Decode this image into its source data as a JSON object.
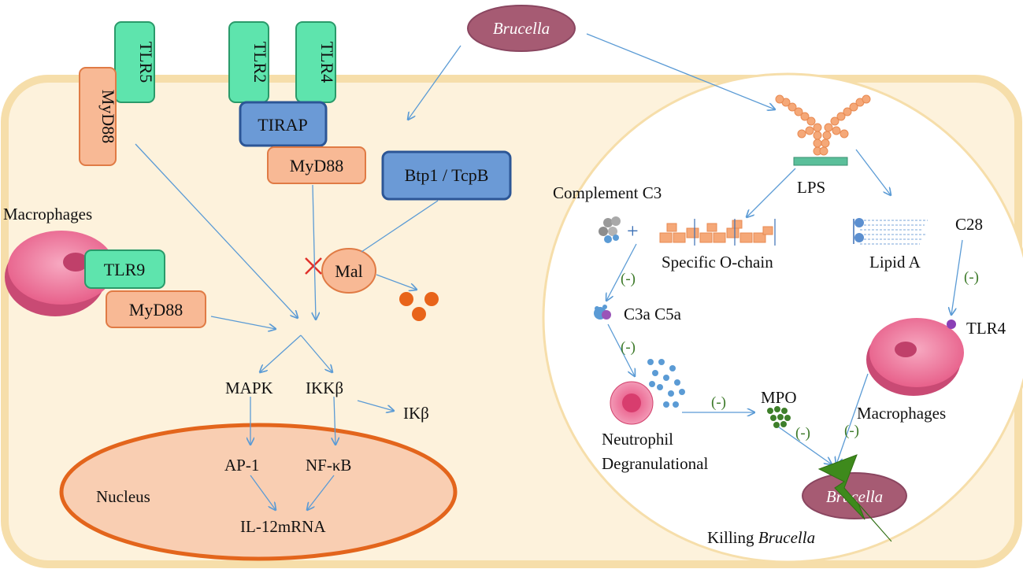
{
  "pathogen": {
    "top": "Brucella",
    "target": "Brucella"
  },
  "receptors": {
    "tlr5": "TLR5",
    "tlr2": "TLR2",
    "tlr4": "TLR4",
    "tlr9": "TLR9",
    "tlr4_right": "TLR4"
  },
  "adaptors": {
    "myd88_tlr5": "MyD88",
    "tirap": "TIRAP",
    "myd88_tirap": "MyD88",
    "btp1": "Btp1 / TcpB",
    "mal": "Mal",
    "myd88_tlr9": "MyD88"
  },
  "cells": {
    "macrophages_left": "Macrophages",
    "macrophages_right": "Macrophages",
    "nucleus": "Nucleus"
  },
  "signaling": {
    "mapk": "MAPK",
    "ikkb": "IKKβ",
    "ikb": "IKβ",
    "ap1": "AP-1",
    "nfkb": "NF-κB",
    "il12": "IL-12mRNA"
  },
  "lps_panel": {
    "lps": "LPS",
    "complement_c3": "Complement C3",
    "plus": "+",
    "o_chain": "Specific O-chain",
    "lipid_a": "Lipid A",
    "c28": "C28",
    "c3a_c5a": "C3a C5a",
    "neutrophil_line1": "Neutrophil",
    "neutrophil_line2": "Degranulational",
    "mpo": "MPO",
    "killing_prefix": "Killing ",
    "killing_italic": "Brucella",
    "inhibit": "(-)"
  },
  "colors": {
    "tlr_fill": "#5ee4ad",
    "tlr_stroke": "#2a9a6a",
    "myd88_fill": "#f8b995",
    "myd88_stroke": "#e07b45",
    "tirap_fill": "#6b9ad6",
    "tirap_stroke": "#2c5696",
    "cell_fill": "#fdf2dc",
    "cell_stroke": "#f6deaa",
    "nucleus_fill": "#f9ceb2",
    "nucleus_stroke": "#e3651c",
    "arrow": "#5b9bd5",
    "brucella_fill": "#a65b73",
    "macrophage_fill": "#e95b86",
    "bolt": "#3e8a1c"
  }
}
